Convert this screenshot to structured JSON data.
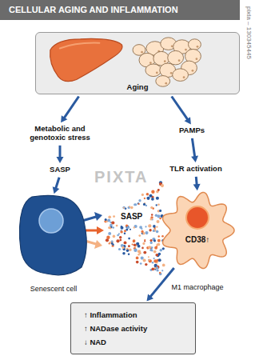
{
  "diagram": {
    "title": "CELLULAR AGING AND INFLAMMATION",
    "nodes": [
      {
        "text": [
          "Aging"
        ]
      },
      {
        "text": [
          "Metabolic and genotoxic stress"
        ]
      },
      {
        "text": [
          "SASP"
        ]
      },
      {
        "text": [
          "Senescent cell"
        ]
      },
      {
        "text": [
          "PAMPs"
        ]
      },
      {
        "text": [
          "TLR activation"
        ]
      },
      {
        "text": [
          "CD38↑",
          "M1 macrophage"
        ]
      },
      {
        "text": [
          "↑ Inflammation",
          "↑ NADase activity",
          "↓ NAD"
        ]
      }
    ],
    "edges": [
      {
        "from": 0,
        "to": 1,
        "arrow": "to"
      },
      {
        "from": 1,
        "to": 2,
        "arrow": "to"
      },
      {
        "from": 2,
        "to": 3,
        "arrow": "to"
      },
      {
        "from": 0,
        "to": 4,
        "arrow": "to"
      },
      {
        "from": 4,
        "to": 5,
        "arrow": "to"
      },
      {
        "from": 5,
        "to": 6,
        "arrow": "to"
      },
      {
        "from": 6,
        "to": 7,
        "arrow": "to"
      }
    ],
    "labels": [
      "SASP",
      "PIXTA",
      "pixta – 130345445"
    ]
  }
}
